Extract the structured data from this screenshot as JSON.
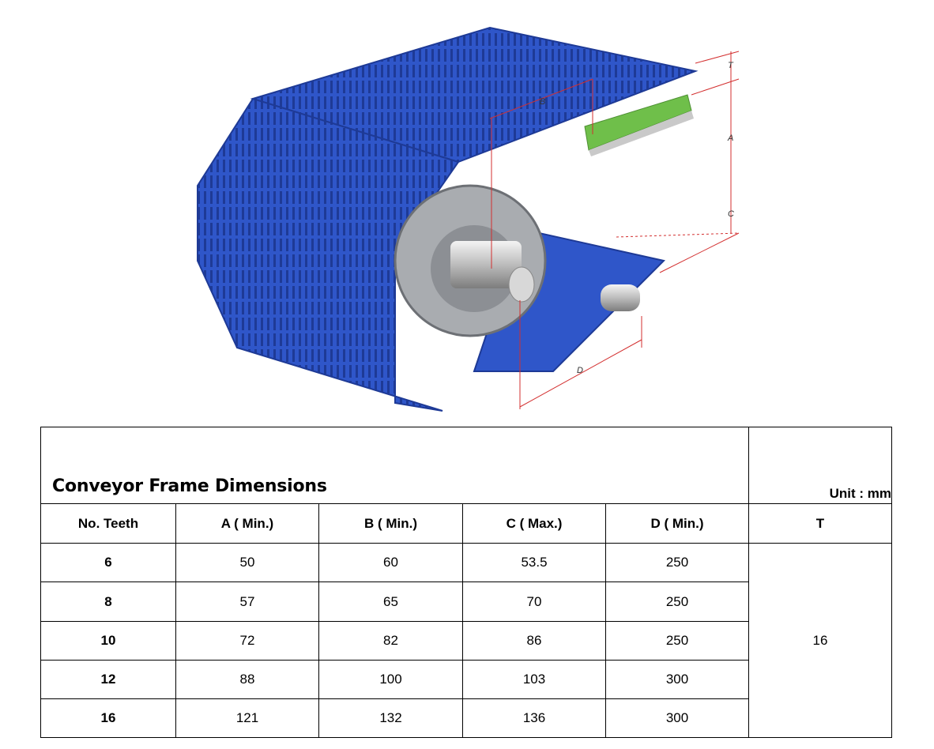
{
  "illustration": {
    "labels": {
      "t": "T",
      "a": "A",
      "c": "C",
      "b": "B",
      "d": "D"
    },
    "colors": {
      "belt": "#2f56c9",
      "belt_dark": "#1e3a96",
      "sprocket": "#a9acb0",
      "frame": "#6fbf4a",
      "dimension_line": "#d32f2f"
    }
  },
  "table": {
    "title": "Conveyor Frame Dimensions",
    "unit": "Unit : mm",
    "headers": [
      "No. Teeth",
      "A ( Min.)",
      "B ( Min.)",
      "C ( Max.)",
      "D ( Min.)",
      "T"
    ],
    "rows": [
      {
        "teeth": "6",
        "a": "50",
        "b": "60",
        "c": "53.5",
        "d": "250"
      },
      {
        "teeth": "8",
        "a": "57",
        "b": "65",
        "c": "70",
        "d": "250"
      },
      {
        "teeth": "10",
        "a": "72",
        "b": "82",
        "c": "86",
        "d": "250"
      },
      {
        "teeth": "12",
        "a": "88",
        "b": "100",
        "c": "103",
        "d": "300"
      },
      {
        "teeth": "16",
        "a": "121",
        "b": "132",
        "c": "136",
        "d": "300"
      }
    ],
    "t_value": "16"
  }
}
